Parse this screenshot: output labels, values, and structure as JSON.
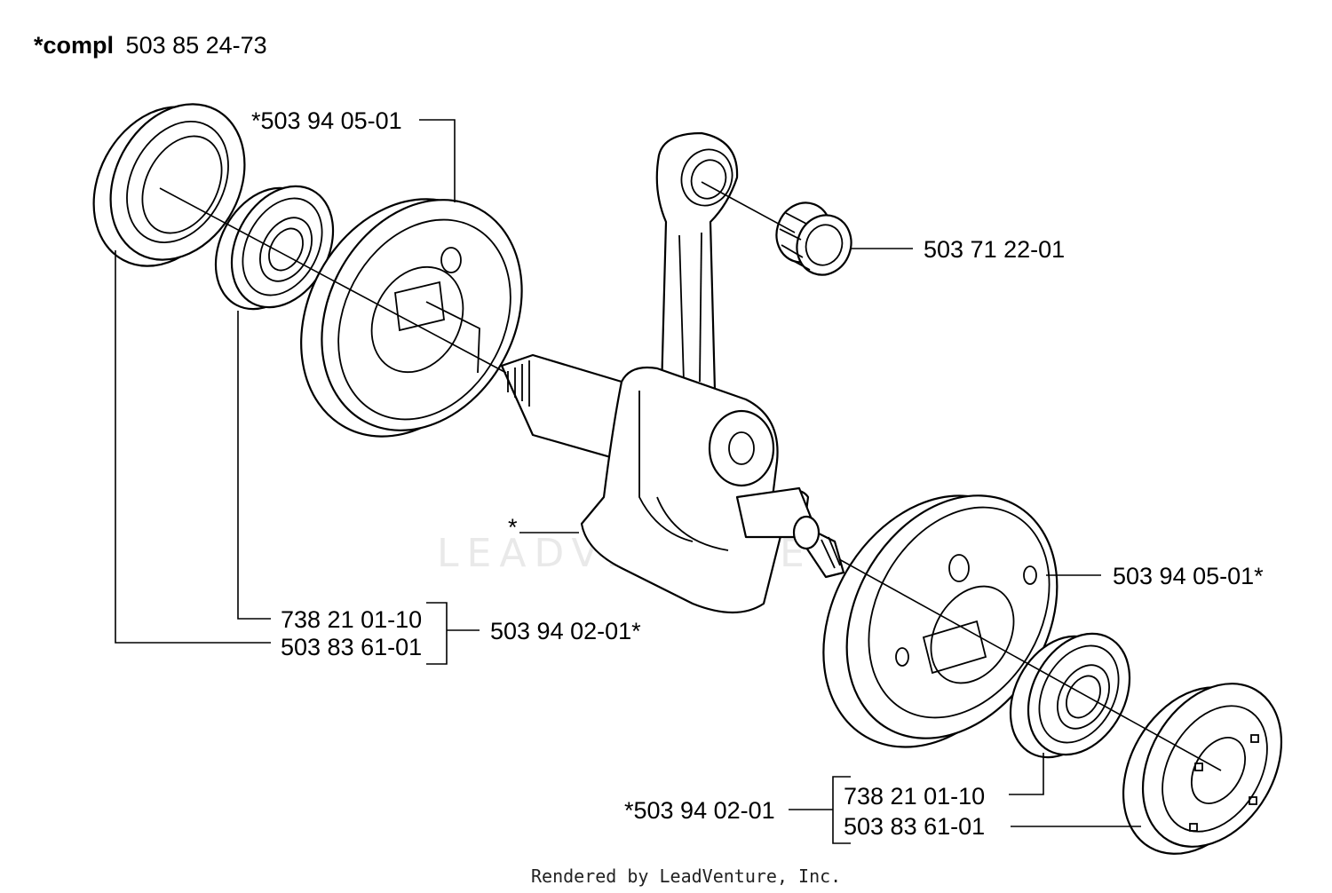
{
  "header": {
    "prefix": "*compl",
    "part_number": "503 85 24-73"
  },
  "parts": {
    "crank_bearing_left": "*503 94 05-01",
    "needle_bearing": "503 71 22-01",
    "crank_bearing_right": "503 94 05-01*",
    "crankshaft_asterisk": "*",
    "left_bearing": "738 21 01-10",
    "left_seal": "503 83 61-01",
    "left_kit": "503 94 02-01*",
    "right_kit": "*503 94 02-01",
    "right_bearing": "738 21 01-10",
    "right_seal": "503 83 61-01"
  },
  "watermark": "LEADVENTURE",
  "footer": "Rendered by LeadVenture, Inc."
}
